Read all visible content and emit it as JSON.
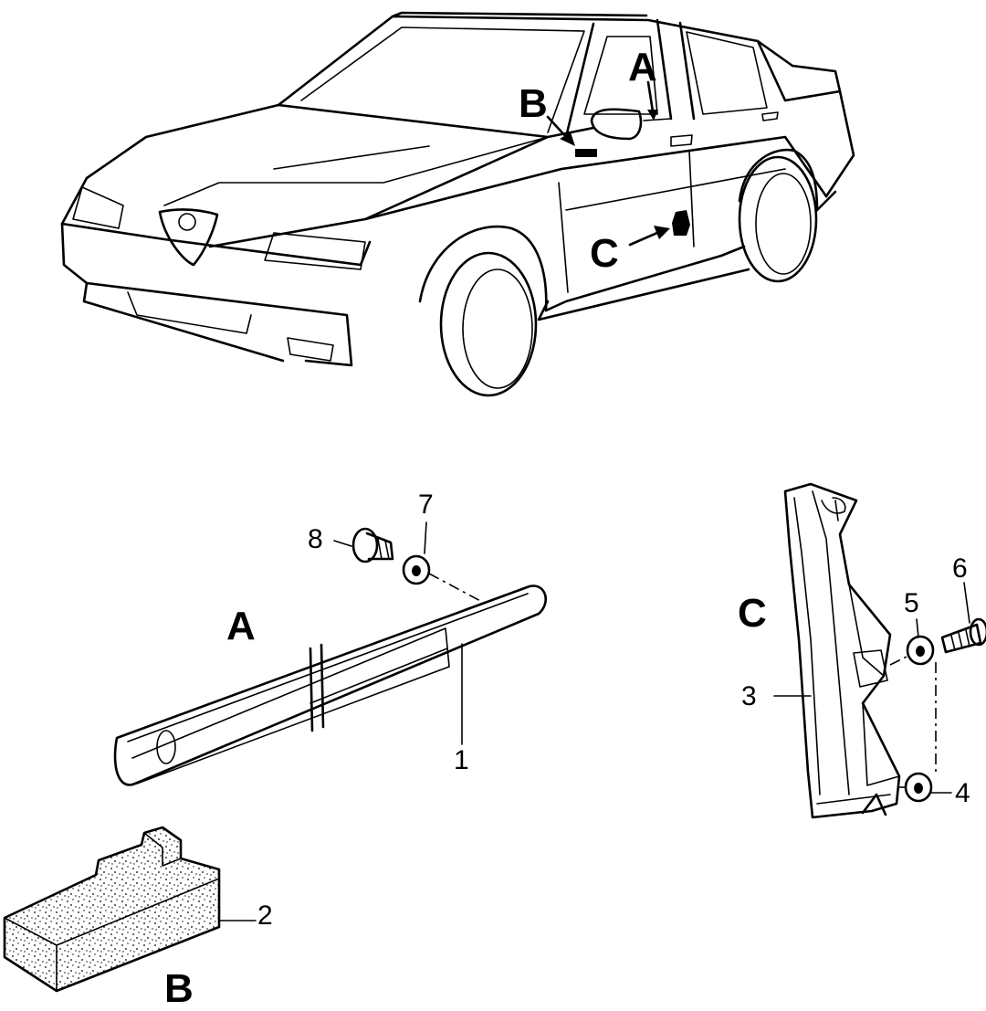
{
  "car_callouts": {
    "a": "A",
    "b": "B",
    "c": "C"
  },
  "part_groups": {
    "a": "A",
    "b": "B",
    "c": "C"
  },
  "parts": [
    {
      "id": "p1",
      "label": "1"
    },
    {
      "id": "p2",
      "label": "2"
    },
    {
      "id": "p3",
      "label": "3"
    },
    {
      "id": "p4",
      "label": "4"
    },
    {
      "id": "p5",
      "label": "5"
    },
    {
      "id": "p6",
      "label": "6"
    },
    {
      "id": "p7",
      "label": "7"
    },
    {
      "id": "p8",
      "label": "8"
    }
  ],
  "colors": {
    "line": "#000000",
    "background": "#ffffff"
  }
}
